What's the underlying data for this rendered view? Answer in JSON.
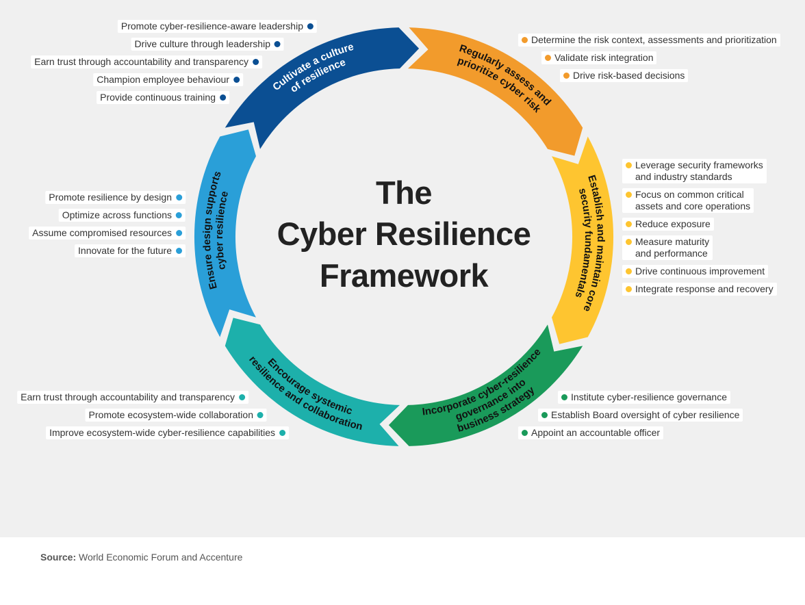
{
  "title": {
    "line1": "The",
    "line2": "Cyber Resilience",
    "line3": "Framework"
  },
  "segments": [
    {
      "name": "cultivate-culture",
      "color": "#0b4f93",
      "text_color": "#ffffff",
      "lines": [
        "Cultivate a culture",
        "of resilience"
      ],
      "items": [
        "Promote cyber-resilience-aware leadership",
        "Drive culture through leadership",
        "Earn trust through accountability and transparency",
        "Champion employee behaviour",
        "Provide continuous training"
      ]
    },
    {
      "name": "assess-risk",
      "color": "#f29b2c",
      "text_color": "#111111",
      "lines": [
        "Regularly assess and",
        "prioritize cyber risk"
      ],
      "items": [
        "Determine the risk context, assessments and prioritization",
        "Validate risk integration",
        "Drive risk-based decisions"
      ]
    },
    {
      "name": "security-fundamentals",
      "color": "#fec530",
      "text_color": "#111111",
      "lines": [
        "Establish and maintain core",
        "security fundamentals"
      ],
      "items": [
        "Leverage security frameworks\nand industry standards",
        "Focus on common critical\nassets and core operations",
        "Reduce exposure",
        "Measure maturity\nand performance",
        "Drive continuous improvement",
        "Integrate response and recovery"
      ]
    },
    {
      "name": "governance",
      "color": "#1a9a5a",
      "text_color": "#111111",
      "lines": [
        "Incorporate cyber-resilience",
        "governance into",
        "business strategy"
      ],
      "items": [
        "Institute cyber-resilience governance",
        "Establish Board oversight of cyber resilience",
        "Appoint an accountable officer"
      ]
    },
    {
      "name": "systemic-resilience",
      "color": "#1db0ab",
      "text_color": "#111111",
      "lines": [
        "Encourage systemic",
        "resilience and collaboration"
      ],
      "items": [
        "Earn trust through accountability and transparency",
        "Promote ecosystem-wide collaboration",
        "Improve ecosystem-wide cyber-resilience capabilities"
      ]
    },
    {
      "name": "design",
      "color": "#2a9fd8",
      "text_color": "#111111",
      "lines": [
        "Ensure design supports",
        "cyber resilience"
      ],
      "items": [
        "Promote resilience by design",
        "Optimize across functions",
        "Assume compromised resources",
        "Innovate for the future"
      ]
    }
  ],
  "footer": {
    "source_label": "Source:",
    "source_text": "World Economic Forum and Accenture"
  }
}
